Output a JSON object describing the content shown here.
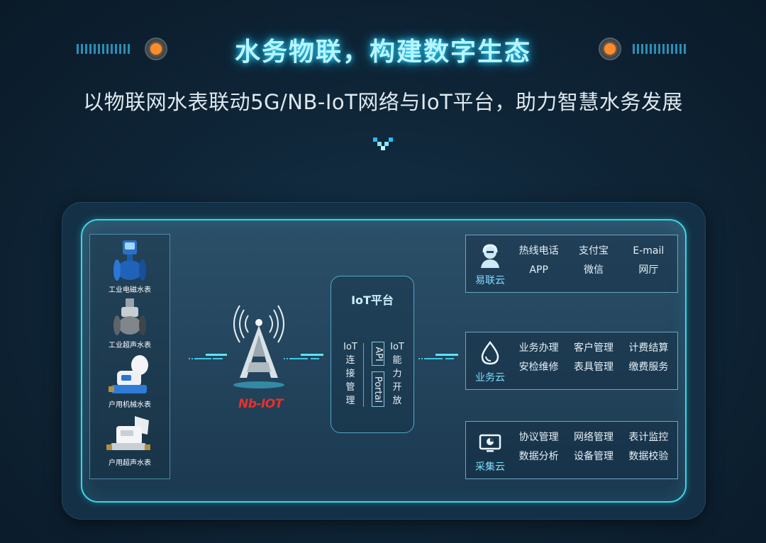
{
  "header": {
    "title": "水务物联，构建数字生态",
    "subtitle": "以物联网水表联动5G/NB-IoT网络与IoT平台，助力智慧水务发展"
  },
  "colors": {
    "accent_cyan": "#39d6e6",
    "orange_dot": "#ff8c2a",
    "nb_red": "#e8302c"
  },
  "meters": [
    {
      "label": "工业电磁水表",
      "icon": "electromagnetic-meter-icon"
    },
    {
      "label": "工业超声水表",
      "icon": "industrial-ultrasonic-meter-icon"
    },
    {
      "label": "户用机械水表",
      "icon": "mechanical-meter-icon"
    },
    {
      "label": "户用超声水表",
      "icon": "household-ultrasonic-meter-icon"
    }
  ],
  "network": {
    "logo_text": "Nb-IOT",
    "icon": "cell-tower-icon"
  },
  "platform": {
    "title": "IoT平台",
    "left_column": [
      "IoT",
      "连",
      "接",
      "管",
      "理"
    ],
    "api_label": "API",
    "portal_label": "Portal",
    "right_column": [
      "IoT",
      "能",
      "力",
      "开",
      "放"
    ]
  },
  "clouds": [
    {
      "name": "易联云",
      "icon": "customer-service-icon",
      "items": [
        "热线电话",
        "支付宝",
        "E-mail",
        "APP",
        "微信",
        "网厅"
      ]
    },
    {
      "name": "业务云",
      "icon": "water-drop-icon",
      "items": [
        "业务办理",
        "客户管理",
        "计费结算",
        "安检维修",
        "表具管理",
        "缴费服务"
      ]
    },
    {
      "name": "采集云",
      "icon": "monitor-chart-icon",
      "items": [
        "协议管理",
        "网络管理",
        "表计监控",
        "数据分析",
        "设备管理",
        "数据校验"
      ]
    }
  ]
}
